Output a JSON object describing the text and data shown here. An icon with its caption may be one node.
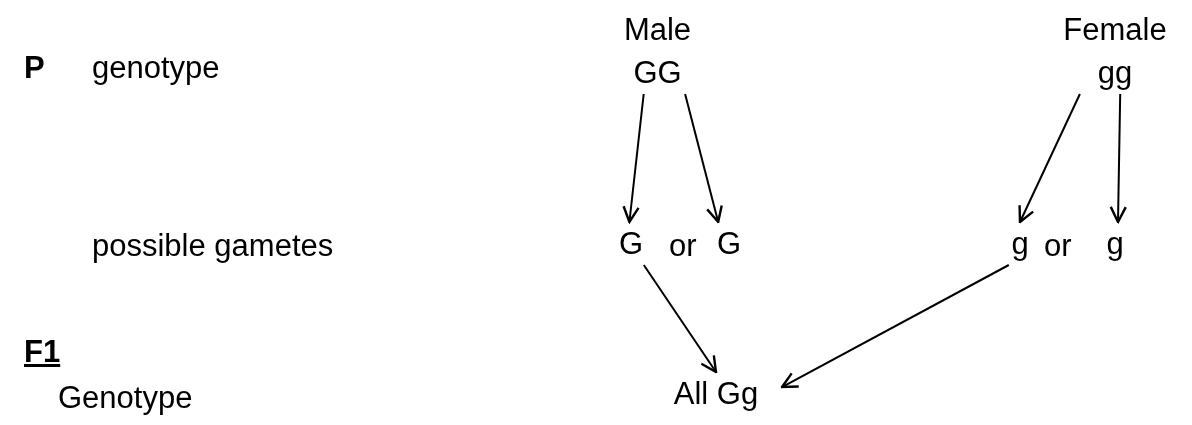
{
  "diagram": {
    "nodes": [
      {
        "text": [
          "Male",
          "GG"
        ]
      },
      {
        "text": [
          "Female",
          "gg"
        ]
      },
      {
        "text": [
          "G"
        ]
      },
      {
        "text": [
          "G"
        ]
      },
      {
        "text": [
          "g"
        ]
      },
      {
        "text": [
          "g"
        ]
      },
      {
        "text": [
          "All Gg"
        ]
      }
    ],
    "edges": [
      {
        "from": 0,
        "to": 2,
        "arrow": "to"
      },
      {
        "from": 0,
        "to": 3,
        "arrow": "to"
      },
      {
        "from": 1,
        "to": 4,
        "arrow": "to"
      },
      {
        "from": 1,
        "to": 5,
        "arrow": "to"
      },
      {
        "from": 2,
        "to": 6,
        "arrow": "to"
      },
      {
        "from": 4,
        "to": 6,
        "arrow": "to"
      }
    ],
    "labels": [
      "P",
      "genotype",
      "possible gametes",
      "or",
      "or",
      "F1",
      "Genotype"
    ]
  }
}
